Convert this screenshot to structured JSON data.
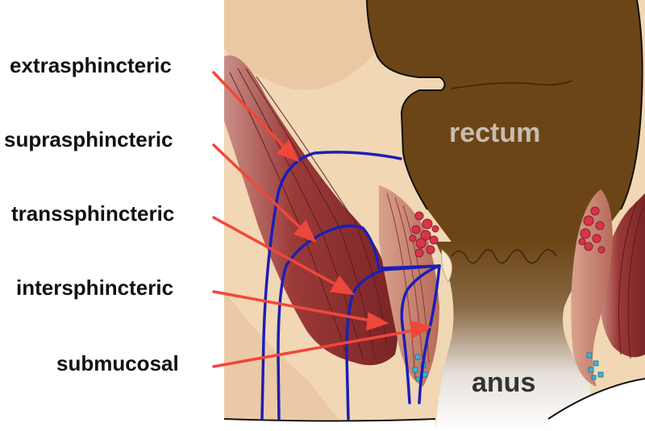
{
  "labels": {
    "extrasphincteric": "extrasphincteric",
    "suprasphincteric": "suprasphincteric",
    "transsphincteric": "transsphincteric",
    "intersphincteric": "intersphincteric",
    "submucosal": "submucosal",
    "rectum": "rectum",
    "anus": "anus"
  },
  "colors": {
    "arrow": "#f0473b",
    "fistula": "#1b1fb5",
    "rectum": "#6b4516",
    "tissue": "#f1d7b4",
    "muscle": "#9b3a38",
    "gland": "#d6354b",
    "cyan": "#39b6d6"
  }
}
